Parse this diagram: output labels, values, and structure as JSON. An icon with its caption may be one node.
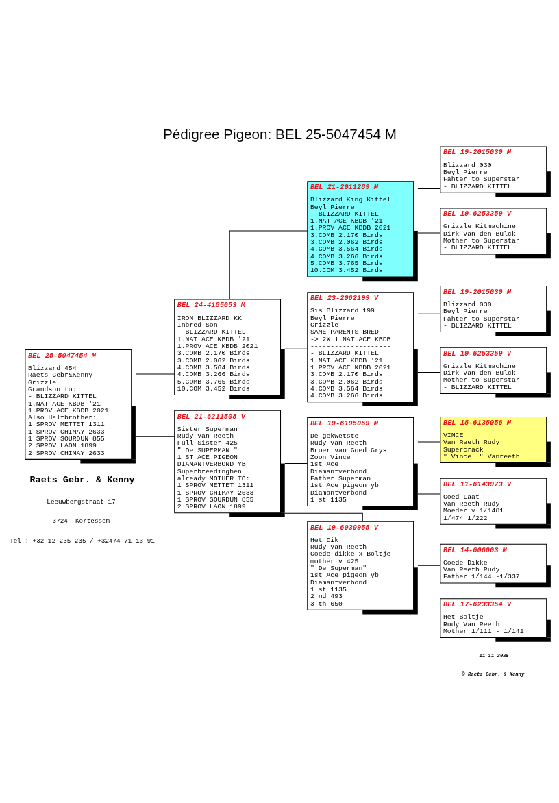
{
  "diagram": {
    "title": "Pédigree Pigeon: BEL 25-5047454 M",
    "nodes": [
      {
        "text": [
          "BEL 25-5047454 M",
          "Blizzard 454",
          "Raets Gebr&Kenny",
          "Grizzle",
          "Grandson to:",
          "- BLIZZARD KITTEL",
          "1.NAT ACE KBDB '21",
          "1.PROV ACE KBDB 2021",
          "Also Halfbrother:",
          "1 SPROV METTET 1311",
          "1 SPROV CHIMAY 2633",
          "1 SPROV SOURDUN 855",
          "2 SPROV LAON 1899",
          "2 SPROV CHIMAY 2633"
        ]
      },
      {
        "text": [
          "BEL 24-4185053 M",
          "IRON BLIZZARD KK",
          "Inbred Son",
          "- BLIZZARD KITTEL",
          "1.NAT ACE KBDB '21",
          "1.PROV ACE KBDB 2021",
          "3.COMB 2.170 Birds",
          "3.COMB 2.062 Birds",
          "4.COMB 3.564 Birds",
          "4.COMB 3.266 Birds",
          "5.COMB 3.765 Birds",
          "10.COM 3.452 Birds"
        ]
      },
      {
        "text": [
          "BEL 21-6211508 V",
          "Sister Superman",
          "Rudy Van Reeth",
          "Full Sister 425",
          "\" De SUPERMAN \"",
          "1 ST ACE PIGEON",
          "DIAMANTVERBOND YB",
          "Superbreedinghen",
          "already MOTHER TO:",
          "1 SPROV METTET 1311",
          "1 SPROV CHIMAY 2633",
          "1 SPROV SOURDUN 855",
          "2 SPROV LAON 1899"
        ]
      },
      {
        "text": [
          "BEL 21-2011289 M",
          "Blizzard King Kittel",
          "Beyl Pierre",
          "- BLIZZARD KITTEL",
          "1.NAT ACE KBDB '21",
          "1.PROV ACE KBDB 2021",
          "3.COMB 2.170 Birds",
          "3.COMB 2.062 Birds",
          "4.COMB 3.564 Birds",
          "4.COMB 3.266 Birds",
          "5.COMB 3.765 Birds",
          "10.COM 3.452 Birds"
        ]
      },
      {
        "text": [
          "BEL 23-2062199 V",
          "Sis Blizzard 199",
          "Beyl Pierre",
          "Grizzle",
          "SAME PARENTS BRED",
          "-> 2X 1.NAT ACE KBDB",
          "--------------------",
          "- BLIZZARD KITTEL",
          "1.NAT ACE KBDB '21",
          "1.PROV ACE KBDB 2021",
          "3.COMB 2.170 Birds",
          "3.COMB 2.062 Birds",
          "4.COMB 3.564 Birds",
          "4.COMB 3.266 Birds"
        ]
      },
      {
        "text": [
          "BEL 19-6195059 M",
          "De gekwetste",
          "Rudy van Reeth",
          "Broer van Goed Grys",
          "Zoon Vince",
          "1st Ace",
          "Diamantverbond",
          "Father Superman",
          "1st Ace pigeon yb",
          "Diamantverbond",
          "1 st 1135"
        ]
      },
      {
        "text": [
          "BEL 19-6030955 V",
          "Het Dik",
          "Rudy Van Reeth",
          "Goede dikke x Boltje",
          "mother v 425",
          "\" De Superman\"",
          "1st Ace pigeon yb",
          "Diamantverbond",
          "1 st 1135",
          "2 nd 493",
          "3 th 650"
        ]
      },
      {
        "text": [
          "BEL 19-2015030 M",
          "Blizzard 030",
          "Beyl Pierre",
          "Fahter to Superstar",
          "- BLIZZARD KITTEL"
        ]
      },
      {
        "text": [
          "BEL 19-6253359 V",
          "Grizzle Kitmachine",
          "Dirk Van den Bulck",
          "Mother to Superstar",
          "- BLIZZARD KITTEL"
        ]
      },
      {
        "text": [
          "BEL 19-2015030 M",
          "Blizzard 030",
          "Beyl Pierre",
          "Fahter to Superstar",
          "- BLIZZARD KITTEL"
        ]
      },
      {
        "text": [
          "BEL 19-6253359 V",
          "Grizzle Kitmachine",
          "Dirk Van den Bulck",
          "Mother to Superstar",
          "- BLIZZARD KITTEL"
        ]
      },
      {
        "text": [
          "BEL 18-6138056 M",
          "VINCE",
          "Van Reeth Rudy",
          "Supercrack",
          "\" Vince  \" Vanreeth"
        ]
      },
      {
        "text": [
          "BEL 11-6143973 V",
          "Goed Laat",
          "Van Reeth Rudy",
          "Moeder v 1/1481",
          "1/474 1/222"
        ]
      },
      {
        "text": [
          "BEL 14-606003 M",
          "Goede Dikke",
          "Van Reeth Rudy",
          "Father 1/144 -1/337"
        ]
      },
      {
        "text": [
          "BEL 17-6233354 V",
          "Het Boltje",
          "Rudy Van Reeth",
          "Mother 1/111 - 1/141"
        ]
      }
    ],
    "edges": [
      {
        "from": 0,
        "to": 1,
        "arrow": "none"
      },
      {
        "from": 0,
        "to": 2,
        "arrow": "none"
      },
      {
        "from": 1,
        "to": 3,
        "arrow": "none"
      },
      {
        "from": 1,
        "to": 4,
        "arrow": "none"
      },
      {
        "from": 2,
        "to": 5,
        "arrow": "none"
      },
      {
        "from": 2,
        "to": 6,
        "arrow": "none"
      },
      {
        "from": 3,
        "to": 7,
        "arrow": "none"
      },
      {
        "from": 3,
        "to": 8,
        "arrow": "none"
      },
      {
        "from": 4,
        "to": 9,
        "arrow": "none"
      },
      {
        "from": 4,
        "to": 10,
        "arrow": "none"
      },
      {
        "from": 5,
        "to": 11,
        "arrow": "none"
      },
      {
        "from": 5,
        "to": 12,
        "arrow": "none"
      },
      {
        "from": 6,
        "to": 13,
        "arrow": "none"
      },
      {
        "from": 6,
        "to": 14,
        "arrow": "none"
      }
    ],
    "labels": [
      "Raets Gebr. & Kenny",
      "Leeuwbergstraat 17",
      "3724  Kortessem",
      "Tel.: +32 12 235 235 / +32474 71 13 91",
      "11-11-2025",
      "© Raets Gebr. & Kenny"
    ]
  }
}
